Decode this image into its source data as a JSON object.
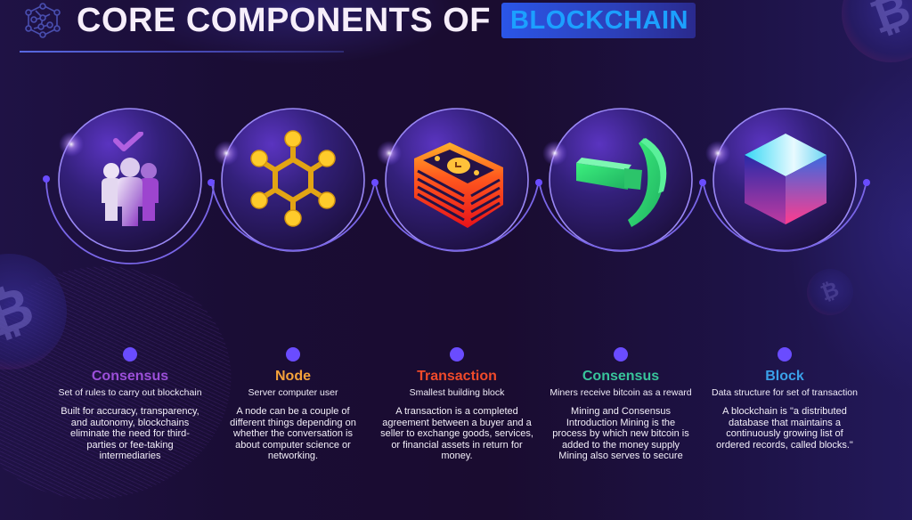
{
  "header": {
    "title": "CORE COMPONENTS OF",
    "highlight": "BLOCKCHAIN",
    "logo_icon": "network-cube-icon"
  },
  "colors": {
    "background": "#1a0c30",
    "ring": "#8f7cf0",
    "dot": "#6a4cff",
    "badge": "#2b56e8",
    "badge_text": "#1ca0ff"
  },
  "components": [
    {
      "title": "Consensus",
      "title_color": "#9b4fd8",
      "subtitle": "Set of rules to carry out blockchain",
      "description": "Built for accuracy, transparency, and autonomy, blockchains eliminate the need for third-parties or fee-taking intermediaries",
      "icon": "people-check-icon"
    },
    {
      "title": "Node",
      "title_color": "#f5a23a",
      "subtitle": "Server computer user",
      "description": "A node can be a couple of different things depending on whether the conversation is about computer science or networking.",
      "icon": "node-network-icon"
    },
    {
      "title": "Transaction",
      "title_color": "#f04a2a",
      "subtitle": "Smallest building block",
      "description": "A transaction is a completed agreement between a buyer and a seller to exchange goods, services, or financial assets in return for money.",
      "icon": "money-stack-icon"
    },
    {
      "title": "Consensus",
      "title_color": "#38c49a",
      "subtitle": "Miners receive bitcoin as a reward",
      "description": "Mining and Consensus Introduction Mining is the process by which new bitcoin is added to the money supply Mining also serves to secure",
      "icon": "pickaxe-icon"
    },
    {
      "title": "Block",
      "title_color": "#3aa0e8",
      "subtitle": "Data structure for set of transaction",
      "description": "A blockchain is \"a distributed database that maintains a continuously growing list of ordered records, called blocks.\"",
      "icon": "cube-block-icon"
    }
  ],
  "decorations": {
    "bitcoin_symbol": "₿"
  }
}
